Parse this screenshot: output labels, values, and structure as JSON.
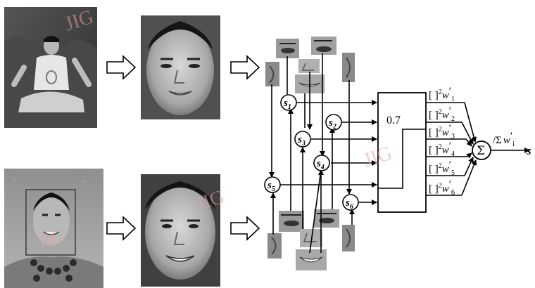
{
  "watermark": "JIG",
  "node_labels": {
    "s1": {
      "base": "s",
      "sub": "1"
    },
    "s2": {
      "base": "s",
      "sub": "2"
    },
    "s3": {
      "base": "s",
      "sub": "3"
    },
    "s4": {
      "base": "s",
      "sub": "4"
    },
    "s5": {
      "base": "s",
      "sub": "5"
    },
    "s6": {
      "base": "s",
      "sub": "6"
    }
  },
  "threshold": "0.7",
  "weights": [
    {
      "prefix": "[ ]",
      "power": "2",
      "w": "w",
      "prime": "′",
      "sub": "1"
    },
    {
      "prefix": "[ ]",
      "power": "2",
      "w": "w",
      "prime": "′",
      "sub": "2"
    },
    {
      "prefix": "[ ]",
      "power": "2",
      "w": "w",
      "prime": "′",
      "sub": "3"
    },
    {
      "prefix": "[ ]",
      "power": "2",
      "w": "w",
      "prime": "′",
      "sub": "4"
    },
    {
      "prefix": "[ ]",
      "power": "2",
      "w": "w",
      "prime": "′",
      "sub": "5"
    },
    {
      "prefix": "[ ]",
      "power": "2",
      "w": "w",
      "prime": "′",
      "sub": "6"
    }
  ],
  "sum_symbol": "Σ",
  "normalizer": {
    "slash": "/",
    "sigma": "Σ",
    "w": "w",
    "prime": "′",
    "sub": "i"
  },
  "output_label": "s",
  "colors": {
    "line": "#000000",
    "photo_dark": "#3a3a3a",
    "photo_mid": "#8a8a8a",
    "watermark": "#e8a0a0"
  }
}
